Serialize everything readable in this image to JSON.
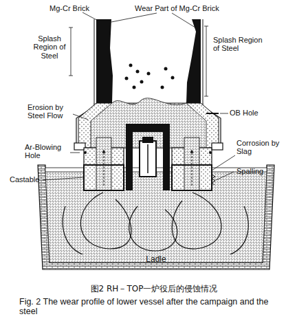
{
  "diagram": {
    "caption": "图2 RH－TOP一炉役后的侵蚀情况",
    "nodes": [
      {
        "text": [
          "Ladle"
        ]
      }
    ],
    "labels": [
      "Mg-Cr Brick",
      "Wear Part of Mg-Cr Brick",
      "Splash Region of Steel",
      "Splash Region of Steel",
      "Erosion by Steel Flow",
      "OB Hole",
      "Ar-Blowing Hole",
      "Corrosion by Slag",
      "Spalling",
      "Castable",
      "Fig. 2 The wear profile of lower vessel after the campaign and the steel"
    ]
  }
}
